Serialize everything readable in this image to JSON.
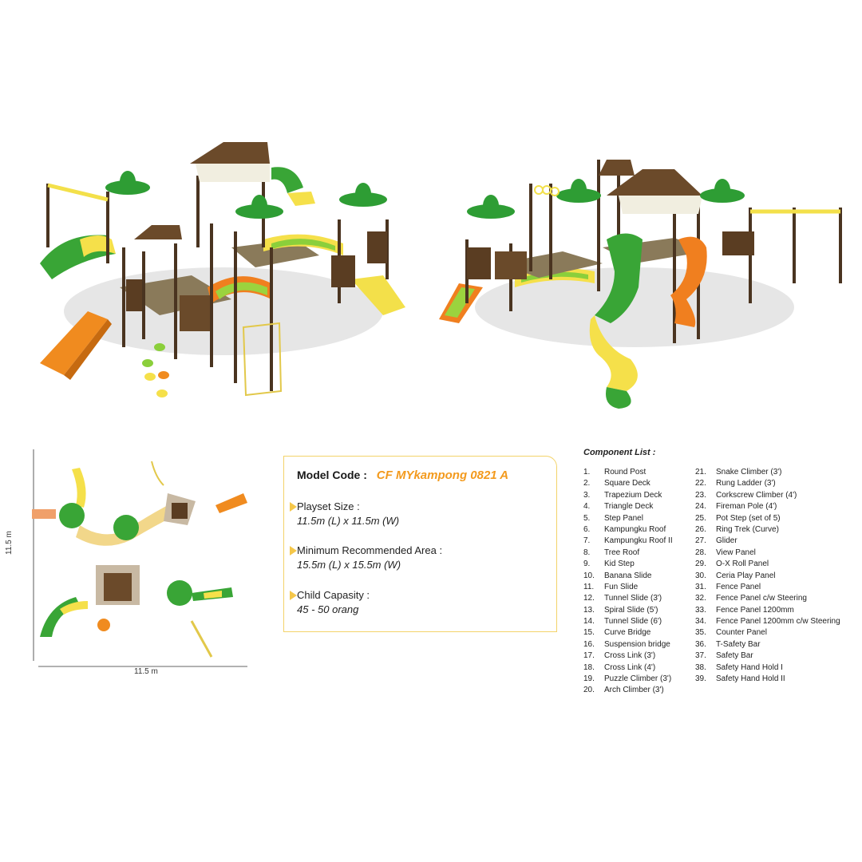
{
  "plan": {
    "dim_width": "11.5 m",
    "dim_height": "11.5 m"
  },
  "spec": {
    "model_label": "Model Code :",
    "model_code": "CF MYkampong 0821 A",
    "items": [
      {
        "label": "Playset Size :",
        "value": "11.5m (L) x 11.5m (W)"
      },
      {
        "label": "Minimum Recommended Area :",
        "value": "15.5m (L) x 15.5m (W)"
      },
      {
        "label": "Child Capasity :",
        "value": "45 - 50 orang"
      }
    ]
  },
  "components": {
    "title": "Component List :",
    "col1": [
      {
        "num": "1.",
        "name": "Round Post"
      },
      {
        "num": "2.",
        "name": "Square Deck"
      },
      {
        "num": "3.",
        "name": "Trapezium Deck"
      },
      {
        "num": "4.",
        "name": "Triangle Deck"
      },
      {
        "num": "5.",
        "name": "Step Panel"
      },
      {
        "num": "6.",
        "name": "Kampungku Roof"
      },
      {
        "num": "7.",
        "name": "Kampungku Roof II"
      },
      {
        "num": "8.",
        "name": "Tree Roof"
      },
      {
        "num": "9.",
        "name": "Kid Step"
      },
      {
        "num": "10.",
        "name": "Banana Slide"
      },
      {
        "num": "11.",
        "name": "Fun Slide"
      },
      {
        "num": "12.",
        "name": "Tunnel Slide (3')"
      },
      {
        "num": "13.",
        "name": "Spiral Slide (5')"
      },
      {
        "num": "14.",
        "name": "Tunnel Slide (6')"
      },
      {
        "num": "15.",
        "name": "Curve Bridge"
      },
      {
        "num": "16.",
        "name": "Suspension bridge"
      },
      {
        "num": "17.",
        "name": "Cross Link (3')"
      },
      {
        "num": "18.",
        "name": "Cross Link (4')"
      },
      {
        "num": "19.",
        "name": "Puzzle Climber (3')"
      },
      {
        "num": "20.",
        "name": "Arch Climber (3')"
      }
    ],
    "col2": [
      {
        "num": "21.",
        "name": "Snake Climber (3')"
      },
      {
        "num": "22.",
        "name": "Rung Ladder (3')"
      },
      {
        "num": "23.",
        "name": "Corkscrew Climber (4')"
      },
      {
        "num": "24.",
        "name": "Fireman Pole (4')"
      },
      {
        "num": "25.",
        "name": "Pot Step (set of 5)"
      },
      {
        "num": "26.",
        "name": "Ring Trek (Curve)"
      },
      {
        "num": "27.",
        "name": "Glider"
      },
      {
        "num": "28.",
        "name": "View Panel"
      },
      {
        "num": "29.",
        "name": "O-X Roll Panel"
      },
      {
        "num": "30.",
        "name": "Ceria Play Panel"
      },
      {
        "num": "31.",
        "name": "Fence Panel"
      },
      {
        "num": "32.",
        "name": "Fence Panel c/w Steering"
      },
      {
        "num": "33.",
        "name": "Fence Panel 1200mm"
      },
      {
        "num": "34.",
        "name": "Fence Panel 1200mm c/w Steering"
      },
      {
        "num": "35.",
        "name": "Counter Panel"
      },
      {
        "num": "36.",
        "name": "T-Safety Bar"
      },
      {
        "num": "37.",
        "name": "Safety Bar"
      },
      {
        "num": "38.",
        "name": "Safety Hand Hold I"
      },
      {
        "num": "39.",
        "name": "Safety Hand Hold II"
      }
    ]
  },
  "colors": {
    "accent_orange": "#f39a1d",
    "box_border": "#f3d36a",
    "arrow": "#f5c74a"
  }
}
